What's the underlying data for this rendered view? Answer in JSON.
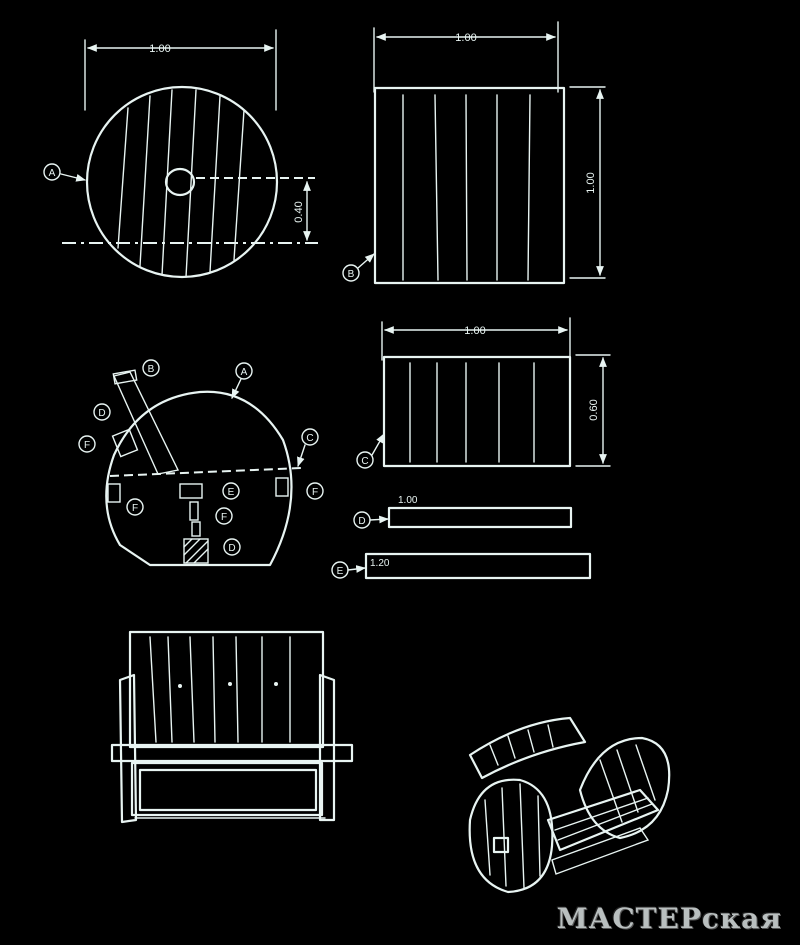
{
  "views": {
    "side_panel": {
      "part": "A",
      "width_dim": "1.00",
      "offset_dim": "0.40"
    },
    "back_panel": {
      "part": "B",
      "width_dim": "1.00",
      "height_dim": "1.00"
    },
    "seat_panel": {
      "part": "C",
      "width_dim": "1.00",
      "height_dim": "0.60"
    },
    "assembly_section": {
      "labels": [
        "A",
        "B",
        "C",
        "D",
        "E",
        "F"
      ]
    },
    "board_d": {
      "part": "D",
      "length_dim": "1.00"
    },
    "board_e": {
      "part": "E",
      "length_dim": "1.20"
    }
  },
  "watermark": "МАСТЕРская",
  "colors": {
    "background": "#000000",
    "ink": "#e8f4f2"
  }
}
